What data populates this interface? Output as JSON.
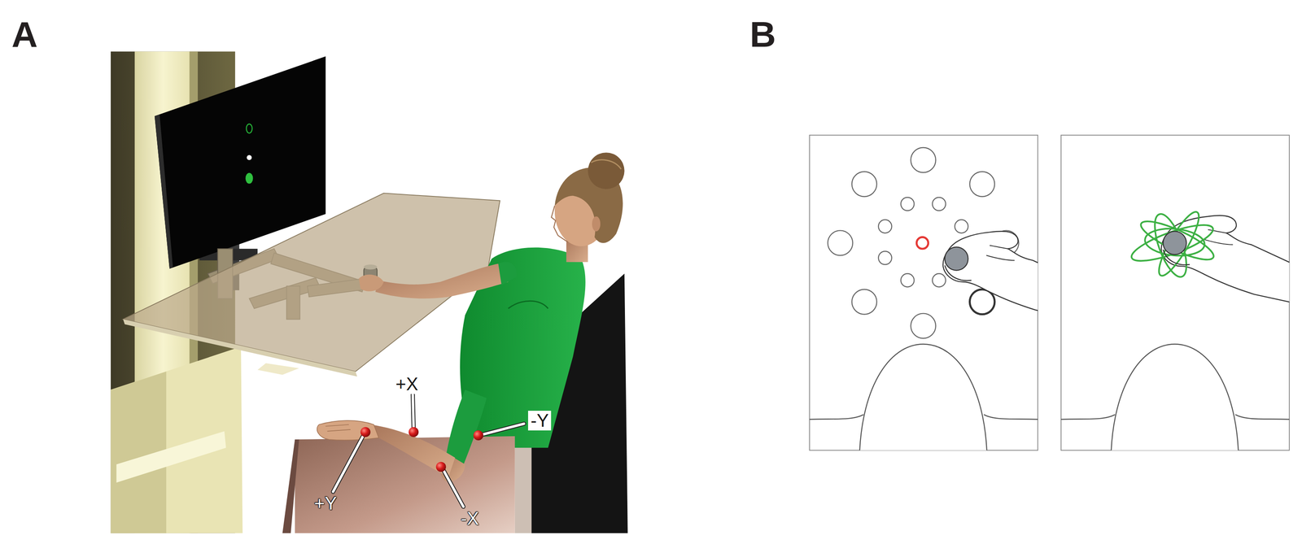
{
  "diagram": {
    "labels": [
      "A",
      "B",
      "+X",
      "-Y",
      "+Y",
      "-X"
    ]
  }
}
